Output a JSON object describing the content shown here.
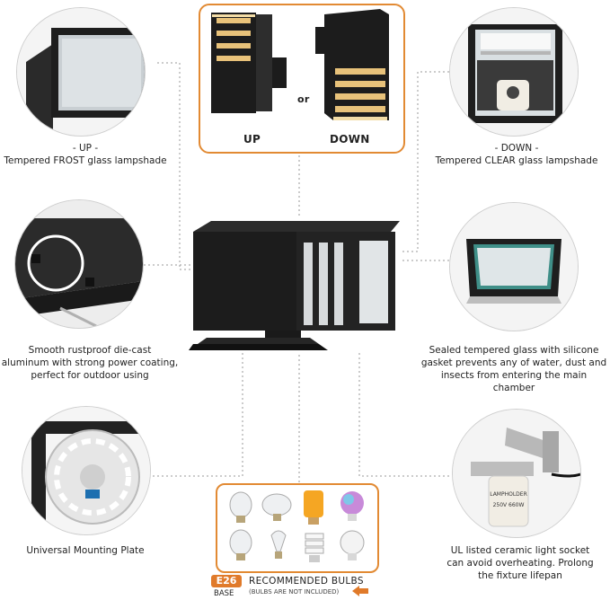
{
  "top_box": {
    "up_label": "UP",
    "or_label": "or",
    "down_label": "DOWN"
  },
  "features": {
    "up": {
      "line1": "- UP -",
      "line2": "Tempered FROST glass lampshade"
    },
    "down": {
      "line1": "- DOWN -",
      "line2": "Tempered CLEAR glass lampshade"
    },
    "aluminum": {
      "line1": "Smooth rustproof die-cast",
      "line2": "aluminum with strong power coating,",
      "line3": "perfect for outdoor using"
    },
    "gasket": {
      "line1": "Sealed tempered glass with silicone",
      "line2": "gasket prevents any of water, dust and",
      "line3": "insects from entering the main chamber"
    },
    "mounting": {
      "line1": "Universal Mounting Plate"
    },
    "socket": {
      "line1": "UL listed ceramic light socket",
      "line2": "can avoid overheating. Prolong",
      "line3": "the fixture lifepan"
    }
  },
  "bulbs": {
    "badge": "E26",
    "base": "BASE",
    "title": "RECOMMENDED BULBS",
    "note": "(BULBS ARE NOT INCLUDED)"
  },
  "socket_print": {
    "brand": "LAMPHOLDER",
    "spec": "250V 660W"
  },
  "colors": {
    "accent": "#e28a33",
    "fixture": "#1c1c1c",
    "glass": "#e9ecee"
  }
}
